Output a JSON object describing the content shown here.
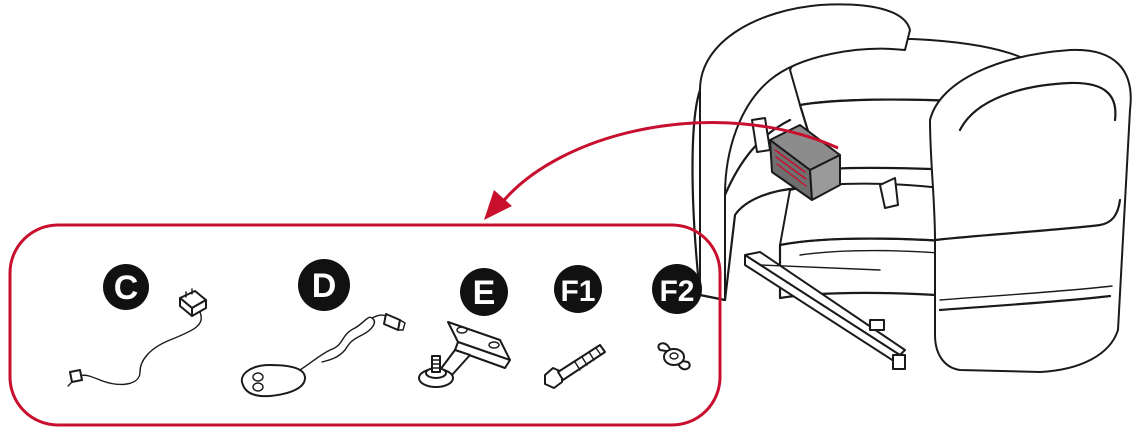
{
  "colors": {
    "accent": "#c8102e",
    "badge": "#111111",
    "box": "#8c8c8c"
  },
  "parts": [
    {
      "id": "C",
      "label": "C",
      "item": "power-adapter"
    },
    {
      "id": "D",
      "label": "D",
      "item": "hand-remote-control"
    },
    {
      "id": "E",
      "label": "E",
      "item": "mounting-bracket"
    },
    {
      "id": "F1",
      "label": "F1",
      "item": "bolt"
    },
    {
      "id": "F2",
      "label": "F2",
      "item": "wing-nut"
    }
  ]
}
